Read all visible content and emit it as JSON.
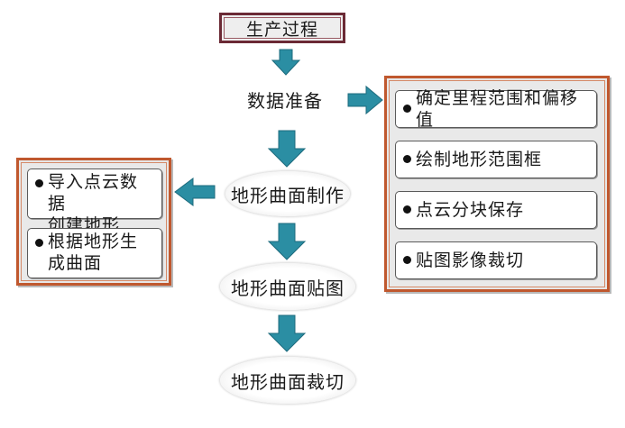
{
  "title": "生产过程",
  "steps": {
    "data_prep": "数据准备",
    "make_surface": "地形曲面制作",
    "surface_texture": "地形曲面贴图",
    "surface_clip": "地形曲面裁切"
  },
  "right_panel": {
    "items": [
      "确定里程范围和偏移值",
      "绘制地形范围框",
      "点云分块保存",
      "贴图影像裁切"
    ]
  },
  "left_panel": {
    "items": [
      {
        "line1": "导入点云数据",
        "line2": "创建地形"
      },
      {
        "line1": "根据地形生",
        "line2": "成曲面"
      }
    ]
  },
  "colors": {
    "arrow": "#2b8ea3",
    "arrow_stroke": "#1d6b7d",
    "panel_border": "#c0582e",
    "title_border": "#6b2a35"
  }
}
